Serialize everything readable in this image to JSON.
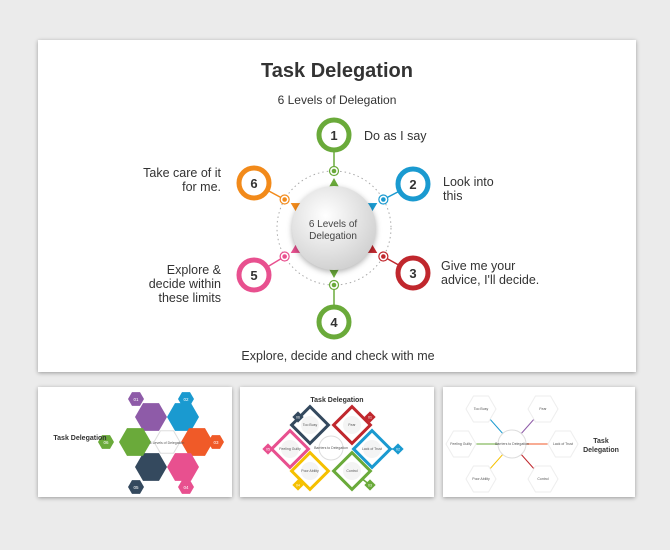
{
  "main": {
    "title": "Task Delegation",
    "subtitle": "6 Levels of Delegation",
    "center": "6 Levels of\nDelegation",
    "levels": [
      {
        "num": "1",
        "label": "Do as I say",
        "color": "#6aaa3a"
      },
      {
        "num": "2",
        "label": "Look into this",
        "color": "#1a9ad0"
      },
      {
        "num": "3",
        "label": "Give me your advice, I'll decide.",
        "color": "#c0272d"
      },
      {
        "num": "4",
        "label": "Explore, decide and check with me",
        "color": "#6aaa3a"
      },
      {
        "num": "5",
        "label": "Explore & decide within these limits",
        "color": "#e8508f"
      },
      {
        "num": "6",
        "label": "Take care of it for me.",
        "color": "#f28a1a"
      }
    ]
  },
  "thumb1": {
    "title": "Task Delegation",
    "center": "6 Levels of Delegation",
    "nums": [
      "01",
      "02",
      "03",
      "04",
      "05",
      "06"
    ]
  },
  "thumb2": {
    "title": "Task Delegation",
    "center": "Barriers to Delegation",
    "items": [
      "Too Busy",
      "Fear",
      "Lack of Trust",
      "Control",
      "Poor Ability",
      "Feeling Guilty"
    ],
    "nums": [
      "06",
      "01",
      "02",
      "03",
      "04",
      "05"
    ]
  },
  "thumb3": {
    "title": "Task Delegation",
    "center": "Barriers to Delegation",
    "items": [
      "Too Busy",
      "Fear",
      "Lack of Trust",
      "Control",
      "Poor Ability",
      "Feeling Guilty"
    ]
  }
}
